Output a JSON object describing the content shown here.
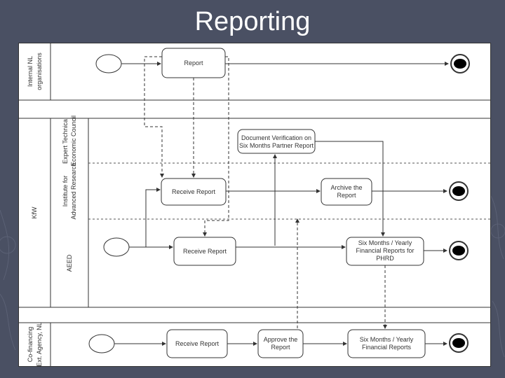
{
  "slide": {
    "title": "Reporting"
  },
  "lanes": {
    "top": {
      "label_line1": "Internal NL",
      "label_line2": "organisations"
    },
    "group": {
      "label": "KfW"
    },
    "expert": {
      "label_line1": "Expert Technical",
      "label_line2": "Economic Council"
    },
    "institute": {
      "label_line1": "Institute for",
      "label_line2": "Advanced Research"
    },
    "aeed": {
      "label": "AEED"
    },
    "bottom": {
      "label_line1": "Co-financing",
      "label_line2": "Ext. Agency, NL"
    }
  },
  "nodes": {
    "report": "Report",
    "doc_line1": "Document Verification on",
    "doc_line2": "Six Months Partner Report",
    "receive_report_1": "Receive Report",
    "archive_line1": "Archive the",
    "archive_line2": "Report",
    "receive_report_2": "Receive Report",
    "six_months_1_line1": "Six Months / Yearly",
    "six_months_1_line2": "Financial  Reports for",
    "six_months_1_line3": "PHRD",
    "receive_report_3": "Receive Report",
    "approve_line1": "Approve the",
    "approve_line2": "Report",
    "six_months_2_line1": "Six Months / Yearly",
    "six_months_2_line2": "Financial  Reports"
  },
  "colors": {
    "background": "#4a5063",
    "diagram": "#ffffff",
    "stroke": "#333333",
    "title": "#ffffff"
  }
}
